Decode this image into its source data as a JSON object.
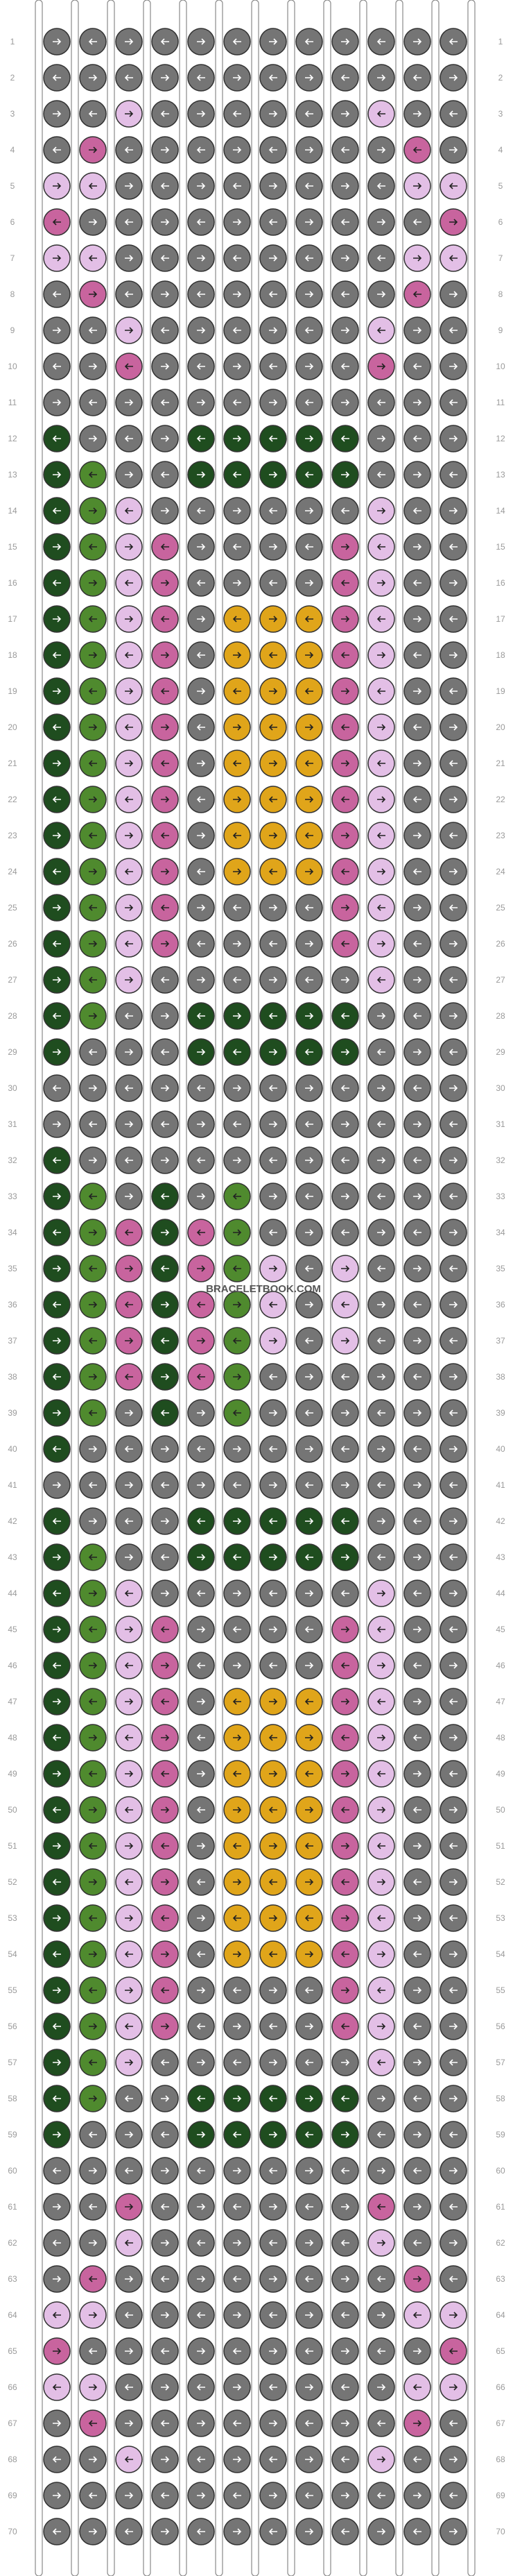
{
  "watermark": "BRACELETBOOK.COM",
  "row_count": 70,
  "knot_columns": 12,
  "colors": {
    "grey": "#757575",
    "dark_green": "#1f4d1f",
    "light_green": "#4f8a2e",
    "pink": "#c8649e",
    "lilac": "#e3bfe6",
    "gold": "#e0a51a",
    "thread_white": "#ffffff"
  },
  "motif": {
    "top_diamond_rows": [
      3,
      11
    ],
    "top_flower_rows": [
      12,
      30
    ],
    "middle_band_rows": [
      31,
      41
    ],
    "bottom_flower_rows": [
      42,
      59
    ],
    "bottom_diamond_rows": [
      60,
      68
    ]
  }
}
